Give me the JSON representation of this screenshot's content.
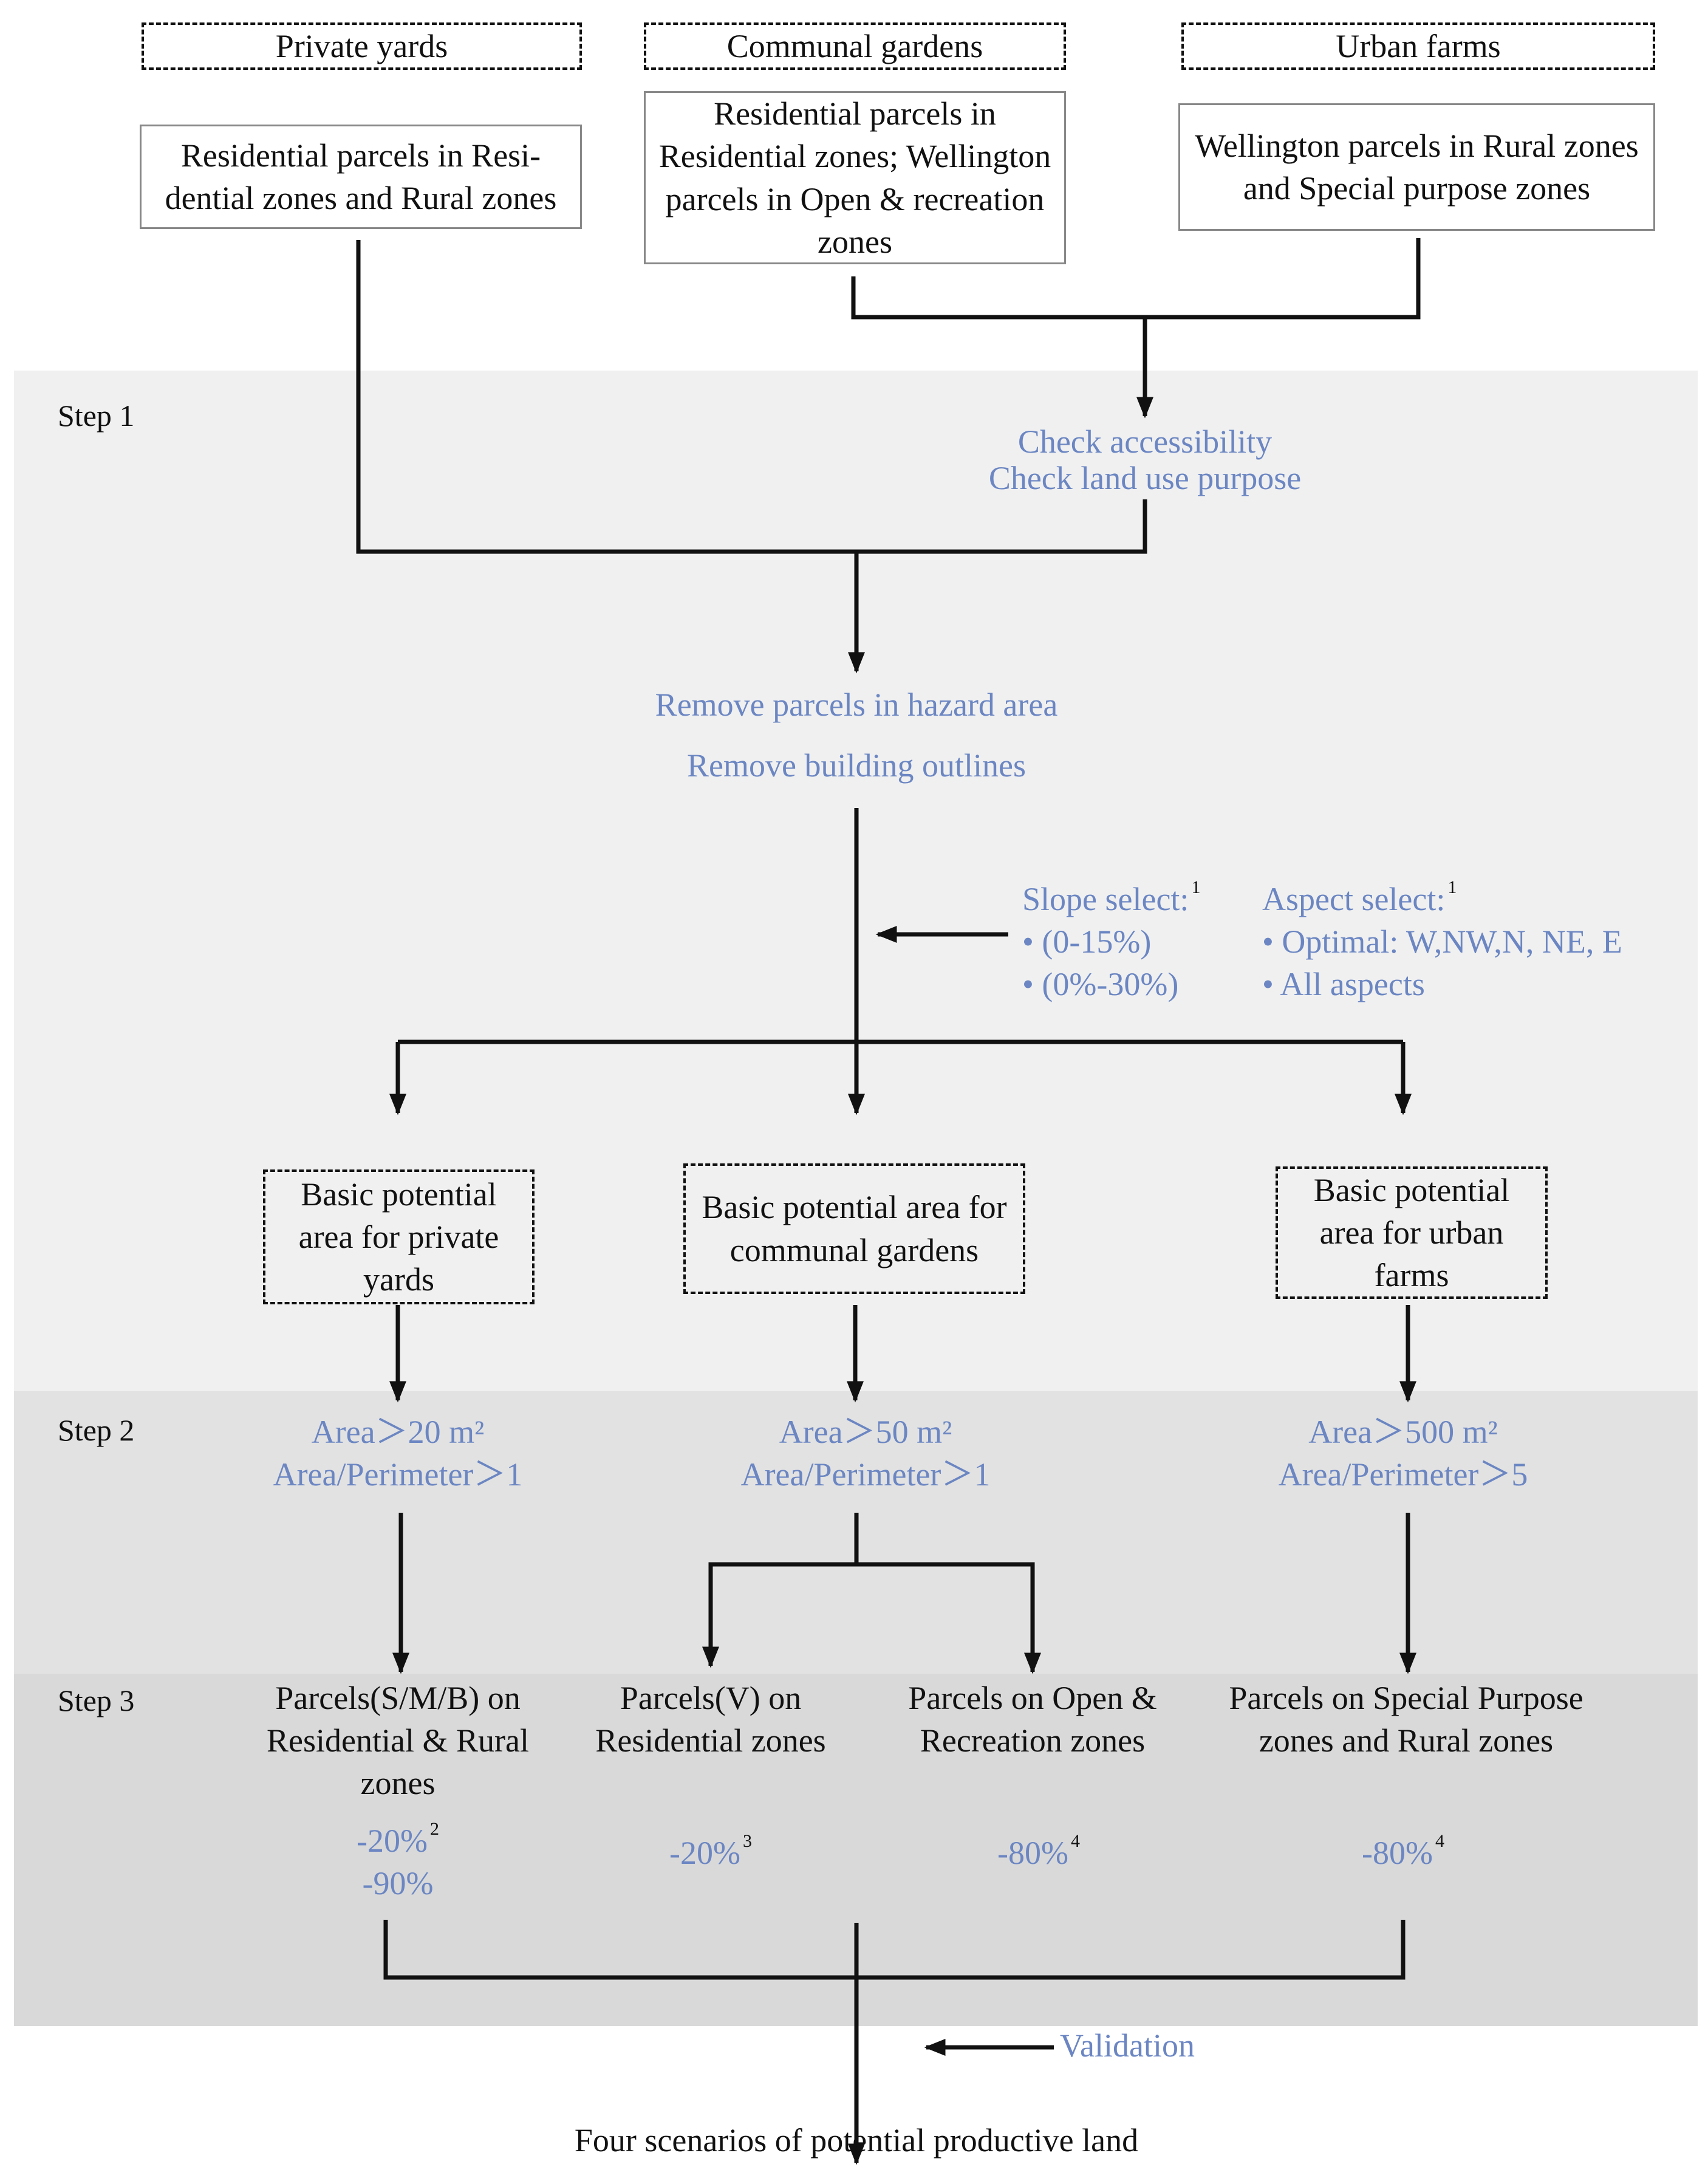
{
  "categories": {
    "private": "Private yards",
    "communal": "Communal gardens",
    "urban": "Urban farms"
  },
  "sources": {
    "private": "Residential parcels in Resi-dential zones and Rural zones",
    "communal": "Residential parcels in Residential zones; Wellington parcels in Open & recreation zones",
    "urban": "Wellington parcels in Rural zones and Special purpose zones"
  },
  "steps": {
    "step1": "Step 1",
    "step2": "Step 2",
    "step3": "Step 3"
  },
  "step1": {
    "check_accessibility": "Check accessibility",
    "check_land_use": "Check land use purpose",
    "remove_hazard": "Remove parcels in hazard area",
    "remove_buildings": "Remove building outlines",
    "slope_title": "Slope select:",
    "slope_note": "1",
    "slope_option_1": "• (0-15%)",
    "slope_option_2": "• (0%-30%)",
    "aspect_title": "Aspect select:",
    "aspect_note": "1",
    "aspect_option_1": "• Optimal: W,NW,N, NE, E",
    "aspect_option_2": "• All aspects"
  },
  "basic_areas": {
    "private": "Basic potential area for private yards",
    "communal": "Basic potential area for communal gardens",
    "urban": "Basic potential area for urban farms"
  },
  "step2": {
    "private_area": "Area＞20 m²",
    "private_ratio": "Area/Perimeter＞1",
    "communal_area": "Area＞50 m²",
    "communal_ratio": "Area/Perimeter＞1",
    "urban_area": "Area＞500 m²",
    "urban_ratio": "Area/Perimeter＞5"
  },
  "step3": {
    "private_parcels": "Parcels(S/M/B) on Residential & Rural zones",
    "private_reduction_1": "-20%",
    "private_reduction_1_note": "2",
    "private_reduction_2": "-90%",
    "communal_res_parcels": "Parcels(V) on Residential zones",
    "communal_res_reduction": "-20%",
    "communal_res_note": "3",
    "communal_open_parcels": "Parcels on Open & Recreation zones",
    "communal_open_reduction": "-80%",
    "communal_open_note": "4",
    "urban_parcels": "Parcels on Special Purpose zones and Rural zones",
    "urban_reduction": "-80%",
    "urban_note": "4"
  },
  "validation": "Validation",
  "output": "Four scenarios of potential productive land",
  "colors": {
    "accent_blue": "#6b86c2",
    "band_step1": "#f0f0f0",
    "band_step2": "#e2e2e2",
    "band_step3": "#d9d9d9"
  }
}
